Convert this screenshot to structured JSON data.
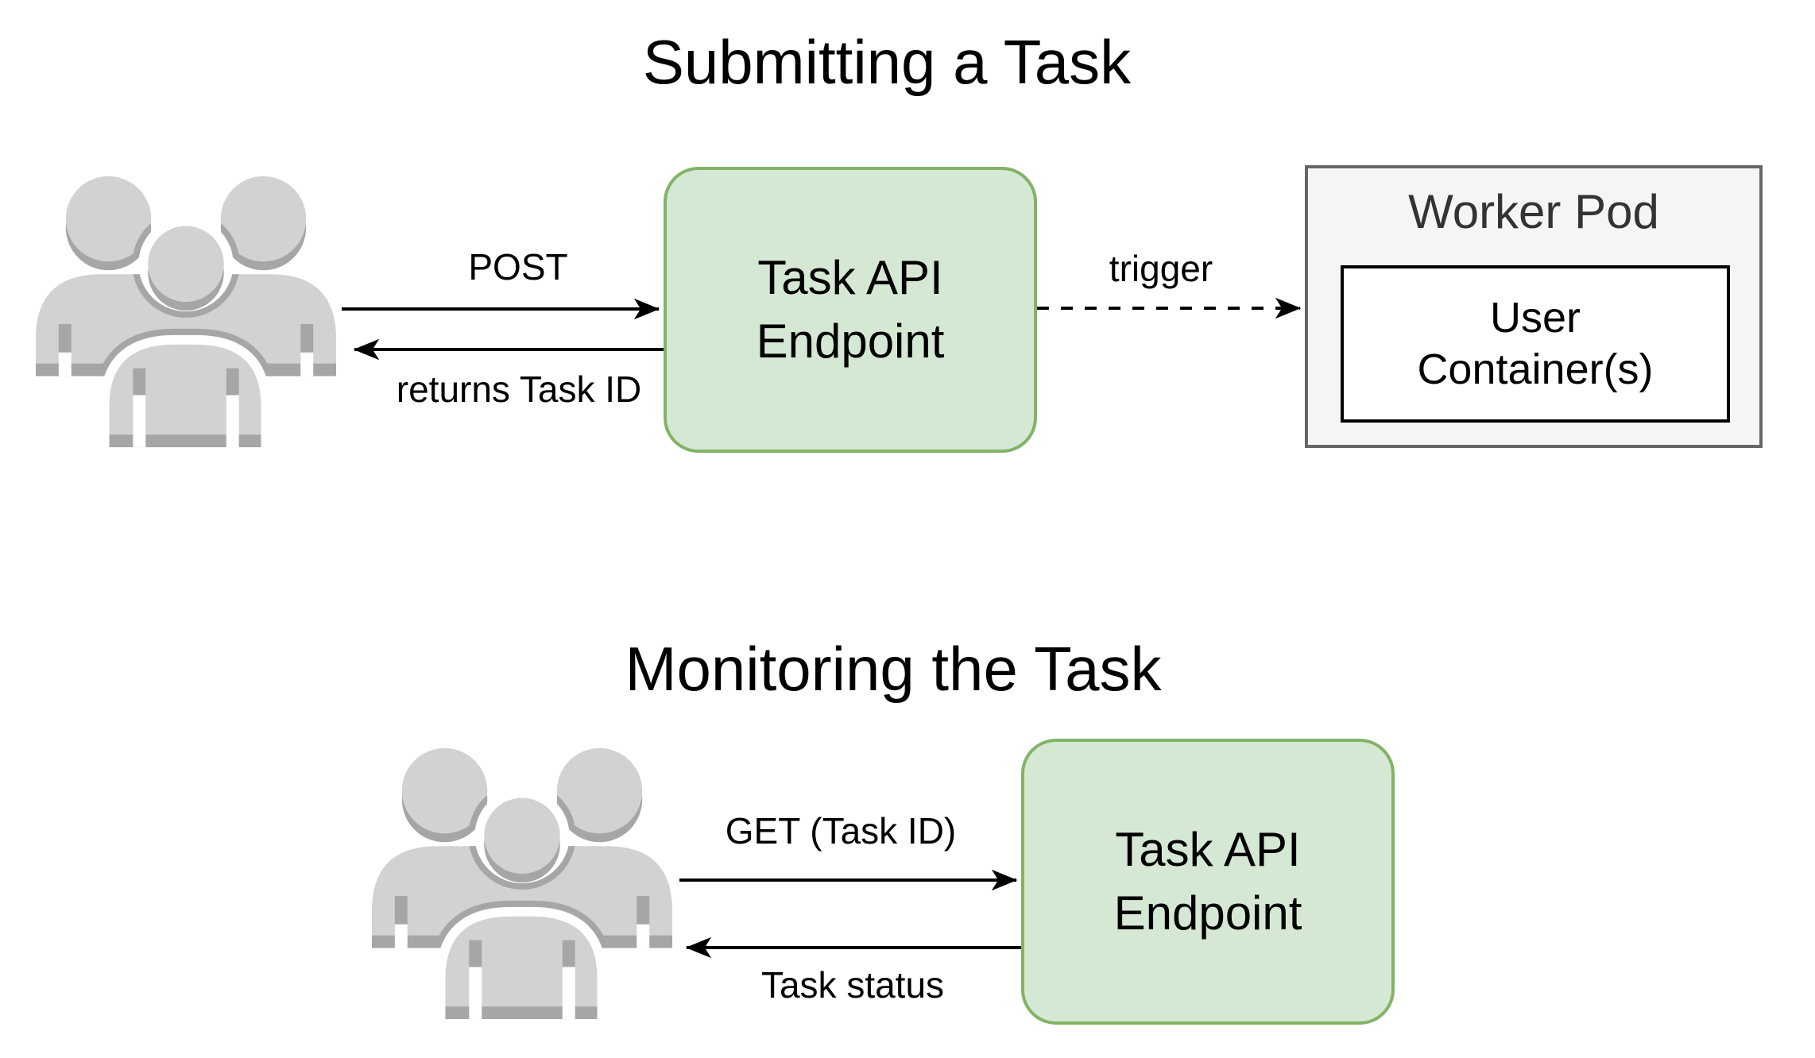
{
  "diagram": {
    "background": "#ffffff",
    "colors": {
      "endpoint_fill": "#d5e8d4",
      "endpoint_stroke": "#82b366",
      "worker_pod_fill": "#f5f5f5",
      "worker_pod_stroke": "#666666",
      "worker_pod_text": "#333333",
      "container_stroke": "#000000",
      "arrow_color": "#000000",
      "users_icon_light": "#d2d2d2",
      "users_icon_shade": "#a6a6a6"
    },
    "submitting": {
      "title": "Submitting a Task",
      "actors_icon": "users-group-icon",
      "edges": {
        "post": "POST",
        "returns": "returns Task ID",
        "trigger": "trigger"
      },
      "task_api_box": {
        "line1": "Task API",
        "line2": "Endpoint"
      },
      "worker_pod": {
        "title": "Worker Pod",
        "user_container": {
          "line1": "User",
          "line2": "Container(s)"
        }
      }
    },
    "monitoring": {
      "title": "Monitoring the Task",
      "actors_icon": "users-group-icon",
      "edges": {
        "get": "GET (Task ID)",
        "status": "Task status"
      },
      "task_api_box": {
        "line1": "Task API",
        "line2": "Endpoint"
      }
    }
  }
}
